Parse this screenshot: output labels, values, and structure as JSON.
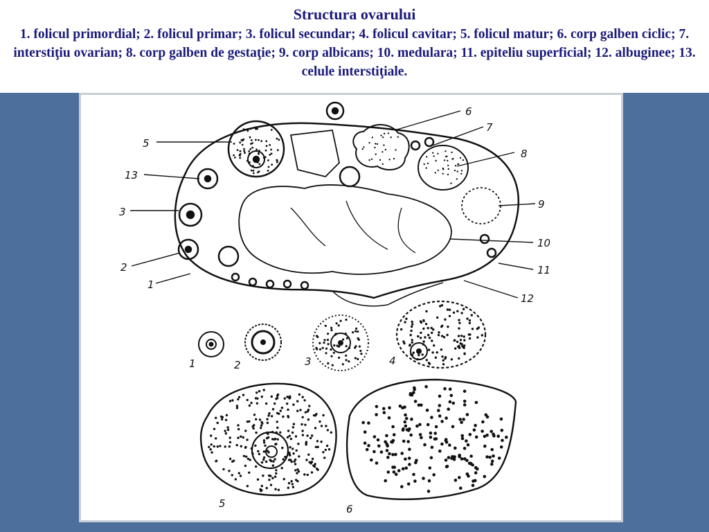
{
  "slide": {
    "title": "Structura ovarului",
    "caption": "1. folicul primordial; 2. folicul primar; 3. folicul secundar; 4. folicul cavitar; 5. folicul matur; 6. corp galben ciclic; 7. interstiţiu ovarian; 8. corp galben de gestaţie; 9. corp albicans; 10. medulara; 11. epiteliu superficial; 12. albuginee; 13. celule interstiţiale."
  },
  "colors": {
    "title_text": "#1a1a7a",
    "background_band": "#4d6f9c",
    "figure_bg": "#ffffff",
    "ink": "#111111"
  },
  "diagram": {
    "main_labels": [
      "5",
      "13",
      "3",
      "2",
      "1",
      "6",
      "7",
      "8",
      "9",
      "10",
      "11",
      "12"
    ],
    "detail_labels": [
      "1",
      "2",
      "3",
      "4",
      "5",
      "6"
    ]
  }
}
